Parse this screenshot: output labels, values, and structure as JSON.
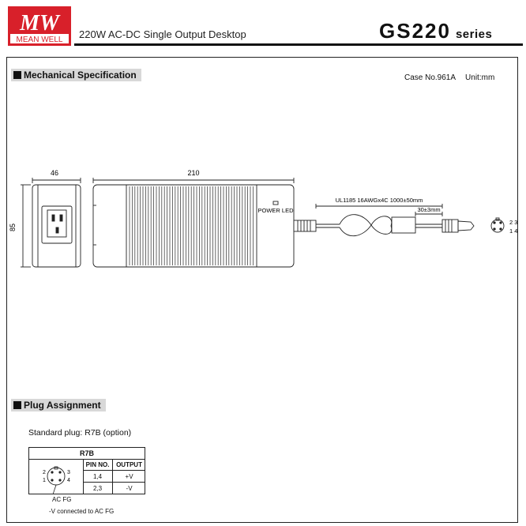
{
  "brand": {
    "logo_mark": "MW",
    "logo_text": "MEAN WELL",
    "color": "#d8202a"
  },
  "header": {
    "title": "220W AC-DC Single Output Desktop",
    "model": "GS220",
    "series": "series"
  },
  "mechanical": {
    "heading": "Mechanical Specification",
    "case_no": "Case No.961A",
    "unit": "Unit:mm",
    "dims": {
      "depth": "46",
      "length": "210",
      "height": "85"
    },
    "power_led": "POWER LED",
    "cable": "UL1185 16AWGx4C 1000±50mm",
    "ferrite": "30±3mm",
    "pins_top": "2 3",
    "pins_bottom": "1 4"
  },
  "plug": {
    "heading": "Plug Assignment",
    "standard": "Standard plug: R7B (option)",
    "table_title": "R7B",
    "columns": [
      "PIN NO.",
      "OUTPUT"
    ],
    "rows": [
      {
        "pin": "1,4",
        "output": "+V"
      },
      {
        "pin": "2,3",
        "output": "-V"
      }
    ],
    "pin_labels": {
      "p1": "1",
      "p2": "2",
      "p3": "3",
      "p4": "4"
    },
    "acfg": "AC FG",
    "note": "-V connected to AC FG"
  }
}
